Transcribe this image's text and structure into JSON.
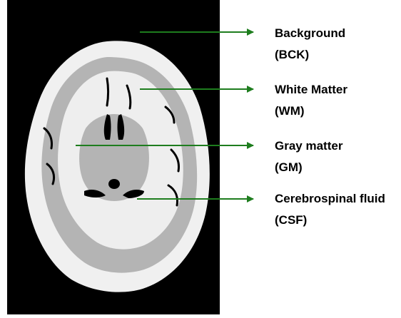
{
  "figure": {
    "image_description": "Axial MRI brain slice segmented into background, white matter, gray matter and cerebrospinal fluid",
    "arrow_color": "#1e7d1e",
    "colors": {
      "background": "#000000",
      "white_matter": "#f0f0f0",
      "gray_matter": "#b4b4b4",
      "csf": "#000000"
    },
    "labels": [
      {
        "name": "Background",
        "abbr": "(BCK)"
      },
      {
        "name": "White Matter",
        "abbr": "(WM)"
      },
      {
        "name": "Gray matter",
        "abbr": "(GM)"
      },
      {
        "name": "Cerebrospinal fluid",
        "abbr": "(CSF)"
      }
    ]
  }
}
